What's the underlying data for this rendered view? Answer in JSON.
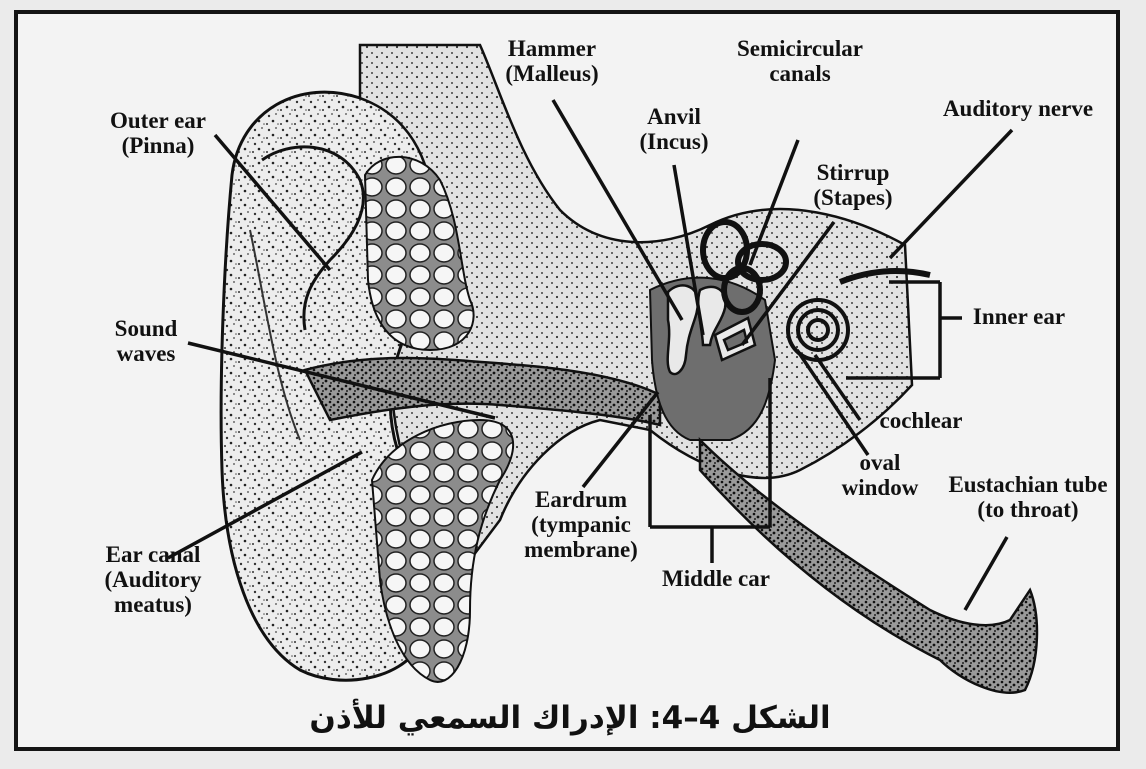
{
  "labels": {
    "outer_ear": [
      "Outer ear",
      "(Pinna)"
    ],
    "sound_waves": [
      "Sound",
      "waves"
    ],
    "ear_canal": [
      "Ear canal",
      "(Auditory",
      "meatus)"
    ],
    "hammer": [
      "Hammer",
      "(Malleus)"
    ],
    "anvil": [
      "Anvil",
      "(Incus)"
    ],
    "semicircular": [
      "Semicircular",
      "canals"
    ],
    "stirrup": [
      "Stirrup",
      "(Stapes)"
    ],
    "auditory_nerve": "Auditory nerve",
    "inner_ear": "Inner ear",
    "cochlear": "cochlear",
    "oval_window": [
      "oval",
      "window"
    ],
    "eustachian": [
      "Eustachian tube",
      "(to throat)"
    ],
    "eardrum": [
      "Eardrum",
      "(tympanic",
      "membrane)"
    ],
    "middle_ear": "Middle car"
  },
  "caption": "الشكل 4–4: الإدراك السمعي للأذن"
}
